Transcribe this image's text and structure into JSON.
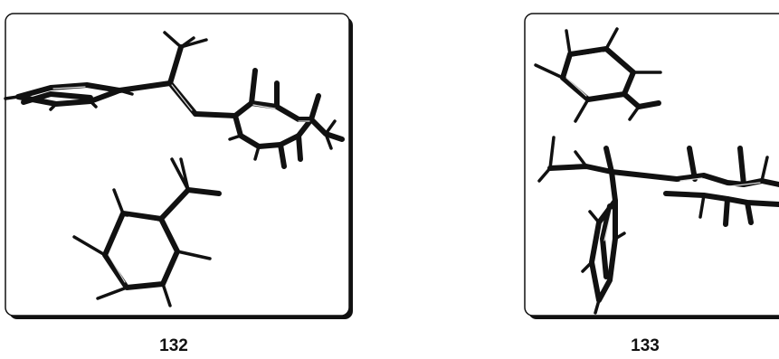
{
  "figures": [
    {
      "id": "structure-132",
      "caption": "132"
    },
    {
      "id": "structure-133",
      "caption": "133"
    }
  ]
}
